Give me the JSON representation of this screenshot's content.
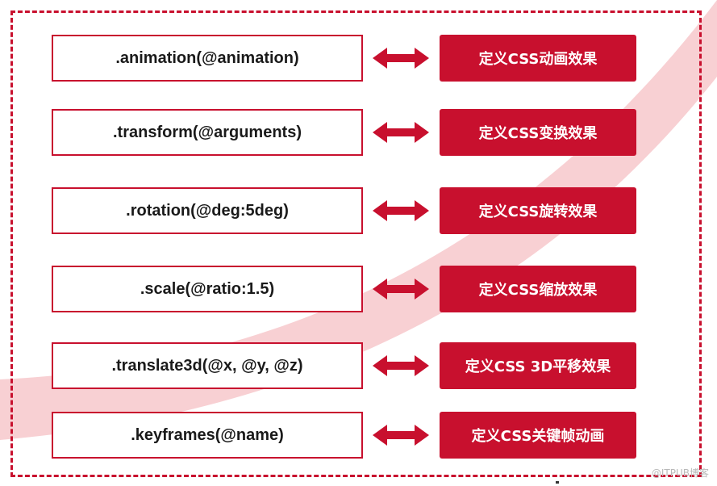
{
  "colors": {
    "accent": "#c8102e",
    "swoosh": "#f8d0d3",
    "method_text": "#1a1a1a",
    "desc_text": "#ffffff",
    "watermark": "#b9b9b9"
  },
  "rows": [
    {
      "method": ".animation(@animation)",
      "description": "定义CSS动画效果"
    },
    {
      "method": ".transform(@arguments)",
      "description": "定义CSS变换效果"
    },
    {
      "method": ".rotation(@deg:5deg)",
      "description": "定义CSS旋转效果"
    },
    {
      "method": ".scale(@ratio:1.5)",
      "description": "定义CSS缩放效果"
    },
    {
      "method": ".translate3d(@x, @y, @z)",
      "description": "定义CSS 3D平移效果"
    },
    {
      "method": ".keyframes(@name)",
      "description": "定义CSS关键帧动画"
    }
  ],
  "icons": {
    "arrow": "double-headed-arrow-icon"
  },
  "watermark": "@ITPUB博客"
}
